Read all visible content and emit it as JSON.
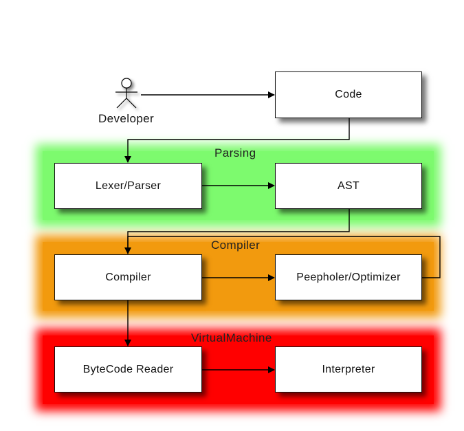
{
  "actor": {
    "label": "Developer",
    "icon": "stick-figure-icon"
  },
  "groups": {
    "parsing": {
      "label": "Parsing",
      "color": "#7dfa6e"
    },
    "compiler": {
      "label": "Compiler",
      "color": "#f29a0e"
    },
    "vm": {
      "label": "VirtualMachine",
      "color": "#ff0000"
    }
  },
  "nodes": {
    "code": "Code",
    "lexer_parser": "Lexer/Parser",
    "ast": "AST",
    "compiler": "Compiler",
    "peepholer": "Peepholer/Optimizer",
    "bytecode_reader": "ByteCode Reader",
    "interpreter": "Interpreter"
  }
}
